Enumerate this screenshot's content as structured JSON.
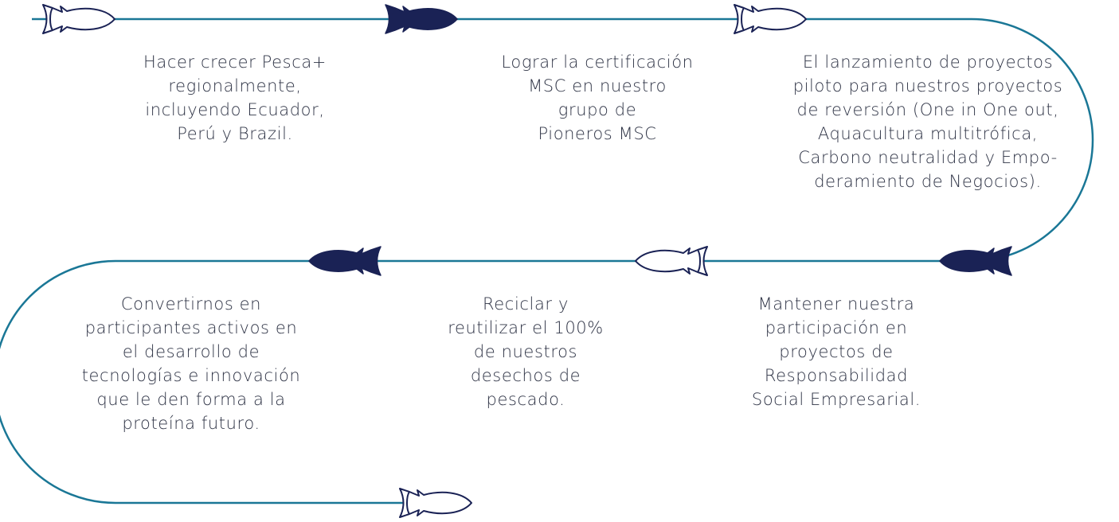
{
  "colors": {
    "path": "#1a7796",
    "fish_filled": "#1a2255",
    "fish_outline": "#1a2255",
    "text": "#2f3446"
  },
  "timeline": {
    "goals": [
      {
        "id": "goal-1",
        "text": "Hacer crecer Pesca+\nregionalmente,\nincluyendo Ecuador,\nPerú y Brazil."
      },
      {
        "id": "goal-2",
        "text": "Lograr la certificación\nMSC en nuestro\ngrupo de\nPioneros MSC"
      },
      {
        "id": "goal-3",
        "text": "El lanzamiento de proyectos\npiloto para nuestros proyectos\nde reversión (One in One out,\nAquacultura multitrófica,\nCarbono neutralidad y Empo-\nderamiento de Negocios)."
      },
      {
        "id": "goal-4",
        "text": "Mantener nuestra\nparticipación en\nproyectos de\nResponsabilidad\nSocial Empresarial."
      },
      {
        "id": "goal-5",
        "text": "Reciclar y\nreutilizar el 100%\nde nuestros\ndesechos de\npescado."
      },
      {
        "id": "goal-6",
        "text": "Convertirnos en\nparticipantes activos en\nel desarrollo de\ntecnologías e innovación\nque le den forma a la\nproteína futuro."
      }
    ],
    "fish": [
      {
        "name": "fish-start-icon",
        "style": "outline",
        "direction": "right"
      },
      {
        "name": "fish-goal-1-icon",
        "style": "filled",
        "direction": "right"
      },
      {
        "name": "fish-goal-2-icon",
        "style": "outline",
        "direction": "right"
      },
      {
        "name": "fish-goal-3-icon",
        "style": "filled",
        "direction": "left"
      },
      {
        "name": "fish-goal-4-icon",
        "style": "outline",
        "direction": "left"
      },
      {
        "name": "fish-goal-5-icon",
        "style": "filled",
        "direction": "left"
      },
      {
        "name": "fish-end-icon",
        "style": "outline",
        "direction": "right"
      }
    ]
  }
}
